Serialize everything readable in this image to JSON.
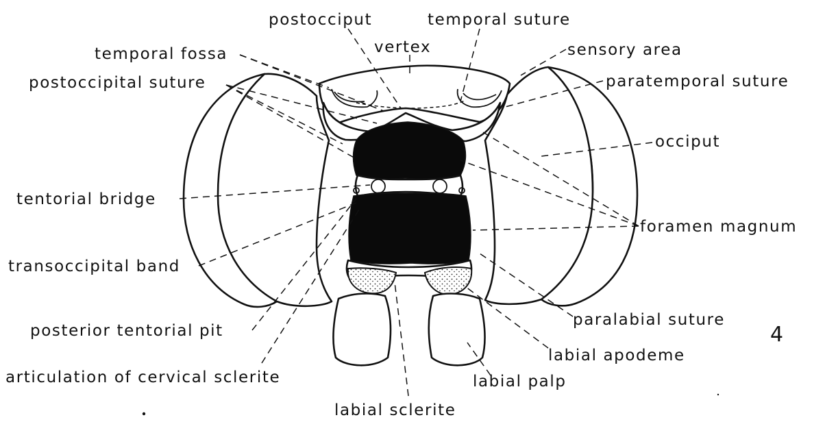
{
  "labels": {
    "postocciput": "postocciput",
    "temporal_suture": "temporal suture",
    "vertex": "vertex",
    "temporal_fossa": "temporal fossa",
    "sensory_area": "sensory area",
    "postoccipital_suture": "postoccipital suture",
    "paratemporal_suture": "paratemporal suture",
    "occiput": "occiput",
    "tentorial_bridge": "tentorial bridge",
    "foramen_magnum": "foramen magnum",
    "transoccipital_band": "transoccipital band",
    "paralabial_suture": "paralabial suture",
    "posterior_tentorial_pit": "posterior tentorial pit",
    "labial_apodeme": "labial apodeme",
    "articulation_of_cervical_sclerite": "articulation of cervical sclerite",
    "labial_palp": "labial palp",
    "labial_sclerite": "labial sclerite"
  },
  "figure_number": "4"
}
